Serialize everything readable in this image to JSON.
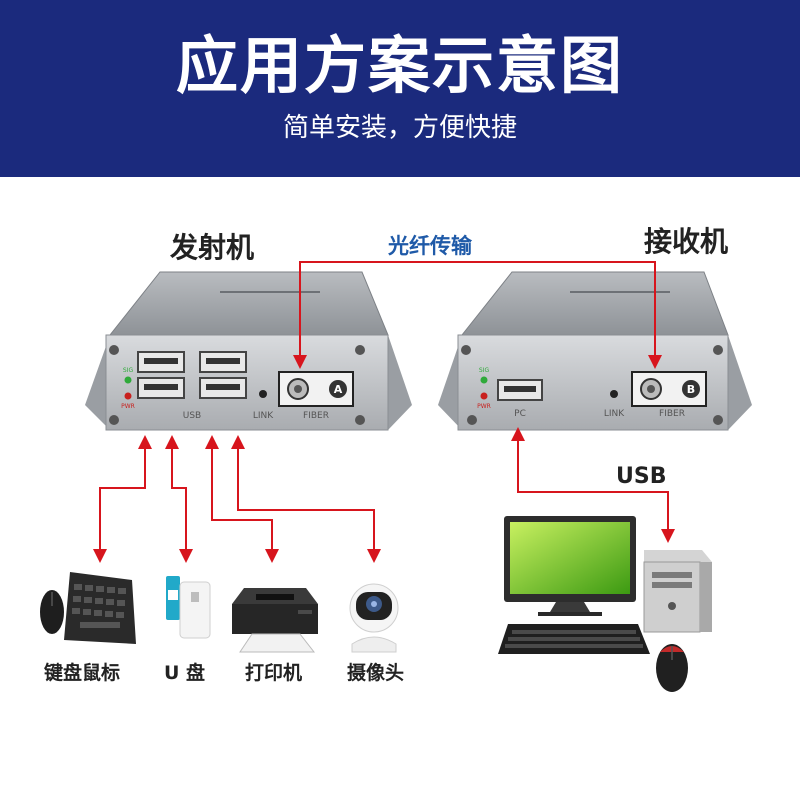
{
  "header": {
    "title": "应用方案示意图",
    "subtitle": "简单安装，方便快捷"
  },
  "labels": {
    "transmitter": "发射机",
    "receiver": "接收机",
    "fiber_transmission": "光纤传输",
    "usb_link": "USB"
  },
  "transmitter_panel": {
    "usb_label": "USB",
    "link_label": "LINK",
    "fiber_label": "FIBER",
    "port_badge": "A",
    "sig_label": "SIG",
    "pwr_label": "PWR"
  },
  "receiver_panel": {
    "pc_label": "PC",
    "link_label": "LINK",
    "fiber_label": "FIBER",
    "port_badge": "B",
    "sig_label": "SIG",
    "pwr_label": "PWR"
  },
  "devices": [
    {
      "label": "键盘鼠标",
      "icon": "keyboard-mouse-icon"
    },
    {
      "label": "U 盘",
      "icon": "usb-drive-icon"
    },
    {
      "label": "打印机",
      "icon": "printer-icon"
    },
    {
      "label": "摄像头",
      "icon": "camera-icon"
    }
  ],
  "colors": {
    "header_bg": "#1b2a7d",
    "arrow_red": "#d7151d",
    "fiber_label_blue": "#1f5aa8"
  }
}
